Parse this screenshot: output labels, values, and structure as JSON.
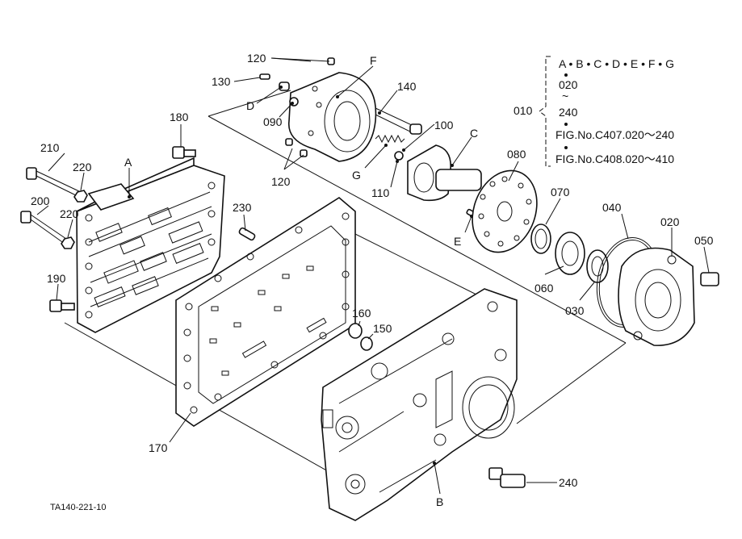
{
  "figure_id": "TA140-221-10",
  "callouts": {
    "p120_top": "120",
    "p130": "130",
    "pF": "F",
    "pD": "D",
    "p090": "090",
    "p140": "140",
    "p100": "100",
    "pC": "C",
    "pG": "G",
    "p110": "110",
    "p120_bottom": "120",
    "p180": "180",
    "pA": "A",
    "p210": "210",
    "p220_top": "220",
    "p220_bottom": "220",
    "p200": "200",
    "p230": "230",
    "p190": "190",
    "p080": "080",
    "pE": "E",
    "p070": "070",
    "p040": "040",
    "p020": "020",
    "p050": "050",
    "p060": "060",
    "p030": "030",
    "p160": "160",
    "p150": "150",
    "p170": "170",
    "pB": "B",
    "p240": "240"
  },
  "legend": {
    "code": "010",
    "letters": "A • B • C • D • E • F • G",
    "range_start": "020",
    "tilde": "~",
    "range_end": "240",
    "ref1": "FIG.No.C407.020～240",
    "ref2": "FIG.No.C408.020～410"
  }
}
